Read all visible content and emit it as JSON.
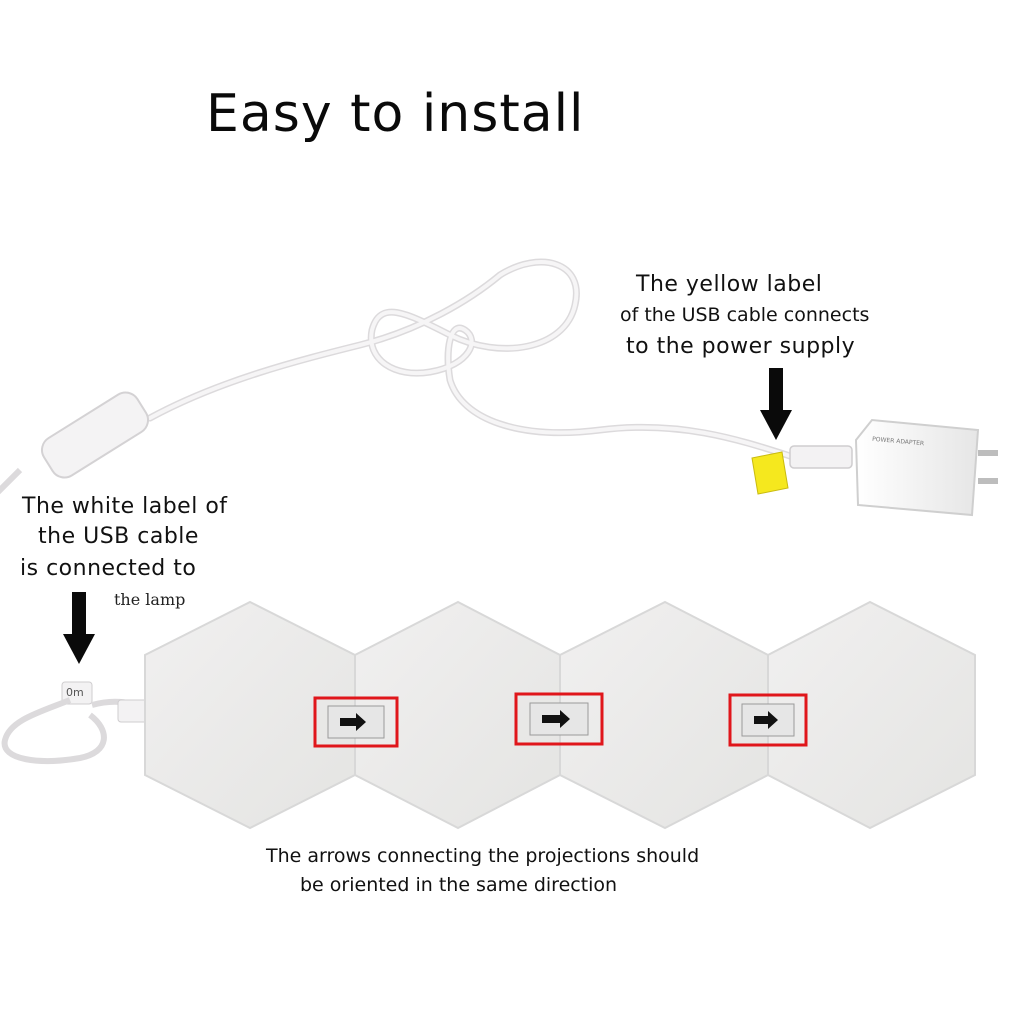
{
  "title": "Easy to install",
  "yellow_note": {
    "line1": "The yellow label",
    "line2": "of the USB cable connects",
    "line3": "to the power supply"
  },
  "white_note": {
    "line1": "The white label of",
    "line2": "the USB cable",
    "line3": "is connected to",
    "line4": "the lamp"
  },
  "bottom_note": {
    "line1": "The arrows connecting the projections should",
    "line2": "be oriented in the same direction"
  },
  "adapter_label": "POWER ADAPTER",
  "plug_label": "0m",
  "colors": {
    "highlight_box": "#e0161b",
    "yellow_label": "#f5e81e",
    "panel": "#ececea",
    "cable": "#f2f0f2"
  },
  "icons": [
    "down-arrow-icon",
    "connector-arrow-icon"
  ]
}
